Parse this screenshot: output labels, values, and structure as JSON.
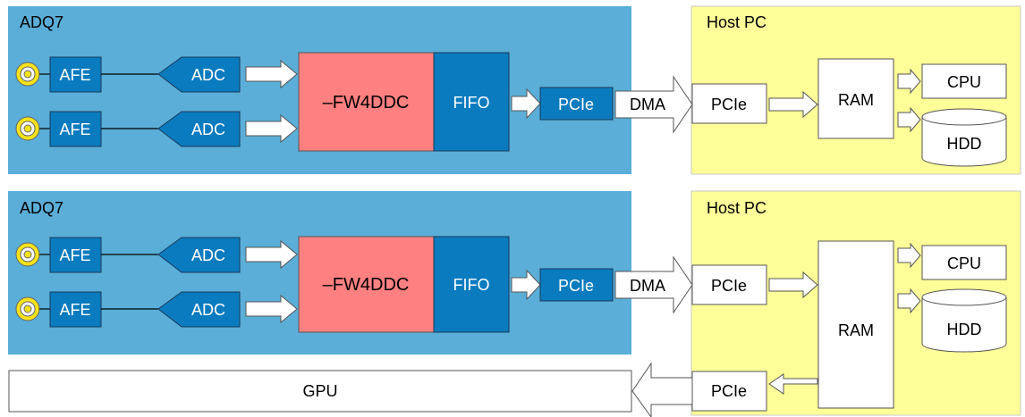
{
  "panels": [
    {
      "digitizer_label": "ADQ7",
      "host_label": "Host PC",
      "afe_labels": [
        "AFE",
        "AFE"
      ],
      "adc_labels": [
        "ADC",
        "ADC"
      ],
      "firmware_label": "–FW4DDC",
      "fifo_label": "FIFO",
      "device_pcie_label": "PCIe",
      "dma_label": "DMA",
      "host_pcie_label": "PCIe",
      "ram_label": "RAM",
      "cpu_label": "CPU",
      "hdd_label": "HDD"
    },
    {
      "digitizer_label": "ADQ7",
      "host_label": "Host PC",
      "afe_labels": [
        "AFE",
        "AFE"
      ],
      "adc_labels": [
        "ADC",
        "ADC"
      ],
      "firmware_label": "–FW4DDC",
      "fifo_label": "FIFO",
      "device_pcie_label": "PCIe",
      "dma_label": "DMA",
      "host_pcie_label": "PCIe",
      "ram_label": "RAM",
      "cpu_label": "CPU",
      "hdd_label": "HDD"
    }
  ],
  "gpu": {
    "gpu_label": "GPU",
    "host_pcie_label": "PCIe"
  },
  "colors": {
    "digitizer_bg": "#5aaed8",
    "host_bg": "#ffff99",
    "block_blue": "#0a7bbf",
    "firmware_red": "#ff8080",
    "connector_yellow": "#f5e21a",
    "white": "#ffffff"
  }
}
